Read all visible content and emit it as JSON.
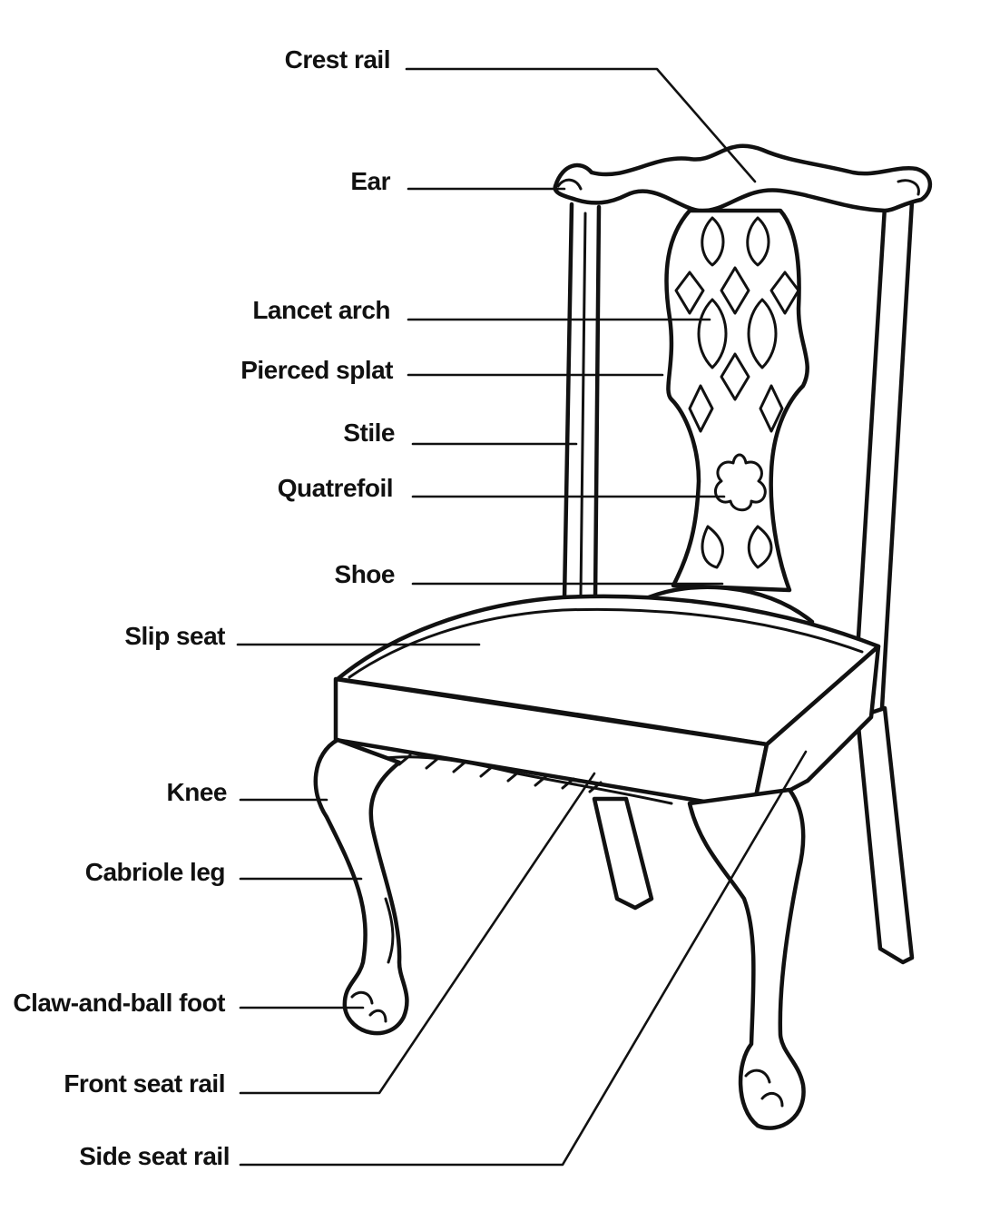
{
  "labels": {
    "crest_rail": "Crest rail",
    "ear": "Ear",
    "lancet_arch": "Lancet arch",
    "pierced_splat": "Pierced splat",
    "stile": "Stile",
    "quatrefoil": "Quatrefoil",
    "shoe": "Shoe",
    "slip_seat": "Slip seat",
    "knee": "Knee",
    "cabriole_leg": "Cabriole leg",
    "claw_and_ball_foot": "Claw-and-ball foot",
    "front_seat_rail": "Front seat rail",
    "side_seat_rail": "Side seat rail"
  }
}
